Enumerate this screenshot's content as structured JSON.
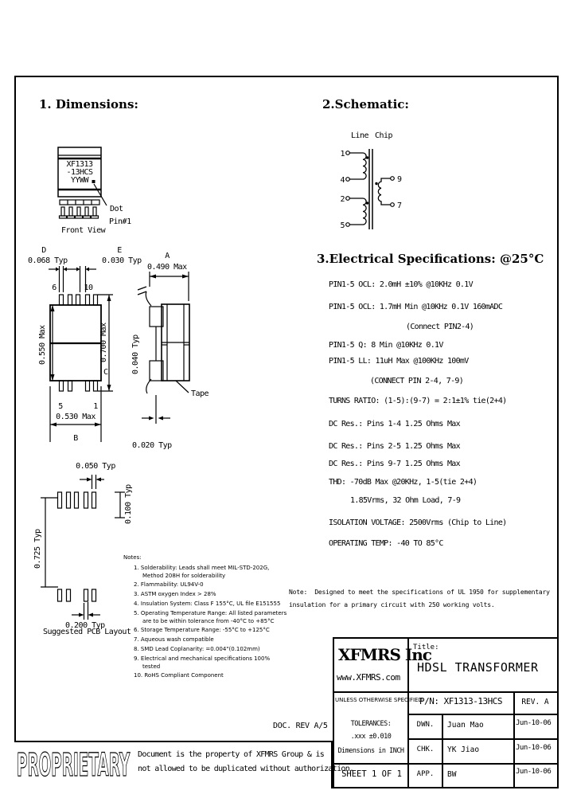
{
  "sections": {
    "dimensions": "1. Dimensions:",
    "schematic": "2.Schematic:",
    "electrical": "3.Electrical Specifications: @25°C"
  },
  "front_view": {
    "marking_line1": "XF1313",
    "marking_line2": "-13HCS",
    "marking_line3": "YYWW",
    "dot_note_line1": "Dot",
    "dot_note_line2": "Pin#1",
    "caption": "Front View"
  },
  "dims": {
    "d_letter": "D",
    "d_value": "0.068 Typ",
    "e_letter": "E",
    "e_value": "0.030 Typ",
    "a_letter": "A",
    "a_value": "0.490 Max",
    "b_letter": "B",
    "b_value": "0.530 Max",
    "c_letter": "C",
    "c_value": "0.700 Max",
    "body_height": "0.550 Max",
    "lead_thickness": "0.040 Typ",
    "lead_width": "0.020 Typ",
    "pin_top_left": "6",
    "pin_top_right": "10",
    "pin_bottom_left": "5",
    "pin_bottom_right": "1",
    "tape_label": "Tape"
  },
  "pcb": {
    "pitch": "0.050 Typ",
    "pad_height": "0.100 Typ",
    "row_spacing": "0.725 Typ",
    "pad_width": "0.200 Typ",
    "caption": "Suggested PCB Layout"
  },
  "schematic": {
    "left_label": "Line",
    "right_label": "Chip",
    "pin1": "1",
    "pin4": "4",
    "pin2": "2",
    "pin5": "5",
    "pin9": "9",
    "pin7": "7"
  },
  "electrical": {
    "lines": [
      "PIN1-5 OCL: 2.0mH ±10% @10KHz 0.1V",
      "PIN1-5 OCL: 1.7mH Min @10KHz 0.1V 160mADC",
      "(Connect PIN2-4)",
      "PIN1-5 Q: 8 Min @10KHz 0.1V",
      "PIN1-5 LL: 11uH Max @100KHz 100mV",
      "(CONNECT PIN 2-4, 7-9)",
      "TURNS RATIO: (1-5):(9-7) = 2:1±1% tie(2+4)",
      "DC Res.: Pins 1-4 1.25 Ohms Max",
      "DC Res.: Pins 2-5 1.25 Ohms Max",
      "DC Res.: Pins 9-7 1.25 Ohms Max",
      "THD: -70dB Max @20KHz, 1-5(tie 2+4)",
      "1.85Vrms, 32 Ohm Load, 7-9",
      "ISOLATION VOLTAGE: 2500Vrms (Chip to Line)",
      "OPERATING TEMP: -40 TO 85°C"
    ]
  },
  "ul_note": {
    "line1": "Note:  Designed to meet the specifications of UL 1950 for supplementary",
    "line2": "insulation for a primary circuit with 250 working volts."
  },
  "notes": {
    "header": "Notes:",
    "items": [
      "1. Solderability: Leads shall meet MIL-STD-202G, Method 208H for solderability",
      "2. Flammability: UL94V-0",
      "3. ASTM oxygen Index > 28%",
      "4. Insulation System: Class F 155°C, UL file E151555",
      "5. Operating Temperature Range: All listed parameters are to be within tolerance from -40°C to +85°C",
      "6. Storage Temperature Range: -55°C to +125°C",
      "7. Aqueous wash compatible",
      "8. SMD Lead Coplanarity: =0.004\"(0.102mm)",
      "9. Electrical and mechanical specifications 100% tested",
      "10. RoHS Compliant Component"
    ]
  },
  "title_block": {
    "company": "XFMRS Inc",
    "website": "www.XFMRS.com",
    "title_label": "Title:",
    "title": "HDSL TRANSFORMER",
    "spec_line1": "UNLESS OTHERWISE SPECIFIED",
    "spec_line2": "TOLERANCES:",
    "spec_line3": ".xxx ±0.010",
    "spec_line4": "Dimensions in INCH",
    "part_number": "P/N: XF1313-13HCS",
    "rev": "REV. A",
    "dwn_label": "DWN.",
    "dwn_name": "Juan Mao",
    "dwn_date": "Jun-10-06",
    "chk_label": "CHK.",
    "chk_name": "YK Jiao",
    "chk_date": "Jun-10-06",
    "app_label": "APP.",
    "app_name": "BW",
    "app_date": "Jun-10-06",
    "sheet": "SHEET 1 OF 1"
  },
  "footer": {
    "doc_rev": "DOC. REV A/5",
    "proprietary": "PROPRIETARY",
    "disclaimer_line1": "Document is the property of XFMRS Group & is",
    "disclaimer_line2": "not allowed to be duplicated without authorization."
  }
}
